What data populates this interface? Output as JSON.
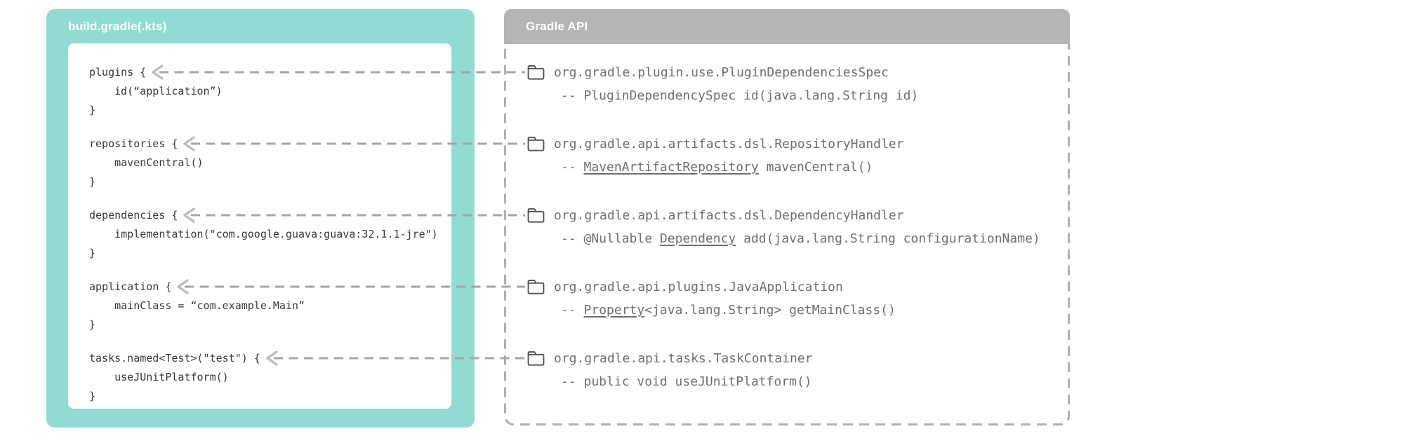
{
  "colors": {
    "panel_teal": "#90dcd2",
    "header_gray": "#b5b5b5",
    "code_text": "#37393b",
    "api_text": "#6e6e6e",
    "arrow_gray": "#a5a5a5",
    "chevron_gray": "#bdbdbd",
    "border_gray": "#b0b0b0",
    "folder_icon_gray": "#4f4f4f"
  },
  "left_panel": {
    "title": "build.gradle(.kts)",
    "code_blocks": [
      {
        "lines": [
          "plugins {",
          "    id(“application”)",
          "}"
        ]
      },
      {
        "lines": [
          "repositories {",
          "    mavenCentral()",
          "}"
        ]
      },
      {
        "lines": [
          "dependencies {",
          "    implementation(\"com.google.guava:guava:32.1.1-jre\")",
          "}"
        ]
      },
      {
        "lines": [
          "application {",
          "    mainClass = “com.example.Main”",
          "}"
        ]
      },
      {
        "lines": [
          "tasks.named<Test>(\"test\") {",
          "    useJUnitPlatform()",
          "}"
        ]
      }
    ]
  },
  "right_panel": {
    "title": "Gradle API",
    "entries": [
      {
        "icon": "folder-icon",
        "type": "org.gradle.plugin.use.PluginDependenciesSpec",
        "member_segments": [
          {
            "text": "-- PluginDependencySpec id(java.lang.String id)",
            "underline": false
          }
        ]
      },
      {
        "icon": "folder-icon",
        "type": "org.gradle.api.artifacts.dsl.RepositoryHandler",
        "member_segments": [
          {
            "text": "-- ",
            "underline": false
          },
          {
            "text": "MavenArtifactRepository",
            "underline": true
          },
          {
            "text": " mavenCentral()",
            "underline": false
          }
        ]
      },
      {
        "icon": "folder-icon",
        "type": "org.gradle.api.artifacts.dsl.DependencyHandler",
        "member_segments": [
          {
            "text": "-- @Nullable ",
            "underline": false
          },
          {
            "text": "Dependency",
            "underline": true
          },
          {
            "text": " add(java.lang.String configurationName)",
            "underline": false
          }
        ]
      },
      {
        "icon": "folder-icon",
        "type": "org.gradle.api.plugins.JavaApplication",
        "member_segments": [
          {
            "text": "-- ",
            "underline": false
          },
          {
            "text": "Property",
            "underline": true
          },
          {
            "text": "<java.lang.String> getMainClass()",
            "underline": false
          }
        ]
      },
      {
        "icon": "folder-icon",
        "type": "org.gradle.api.tasks.TaskContainer",
        "member_segments": [
          {
            "text": "-- public void useJUnitPlatform()",
            "underline": false
          }
        ]
      }
    ]
  },
  "connections": [
    {
      "from_code_block": 0,
      "to_api_entry": 0
    },
    {
      "from_code_block": 1,
      "to_api_entry": 1
    },
    {
      "from_code_block": 2,
      "to_api_entry": 2
    },
    {
      "from_code_block": 3,
      "to_api_entry": 3
    },
    {
      "from_code_block": 4,
      "to_api_entry": 4
    }
  ]
}
